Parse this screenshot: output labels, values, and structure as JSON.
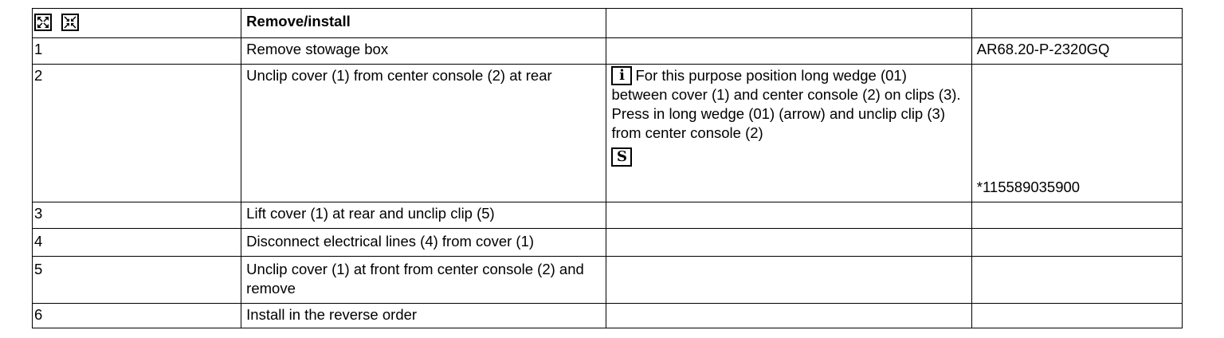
{
  "header": {
    "title": "Remove/install",
    "icons": [
      "expand-icon",
      "collapse-icon"
    ]
  },
  "steps": [
    {
      "num": "1",
      "action": "Remove stowage box",
      "note": "",
      "ref": "AR68.20-P-2320GQ"
    },
    {
      "num": "2",
      "action": "Unclip cover (1) from center console (2) at rear",
      "note": "For this purpose position long wedge (01) between cover (1) and center console (2) on clips (3). Press in long wedge (01) (arrow) and unclip clip (3) from center console (2)",
      "ref": "*115589035900"
    },
    {
      "num": "3",
      "action": "Lift cover (1) at rear and unclip clip (5)",
      "note": "",
      "ref": ""
    },
    {
      "num": "4",
      "action": "Disconnect electrical lines (4) from cover (1)",
      "note": "",
      "ref": ""
    },
    {
      "num": "5",
      "action": "Unclip cover (1) at front from center console (2) and remove",
      "note": "",
      "ref": ""
    },
    {
      "num": "6",
      "action": "Install in the reverse order",
      "note": "",
      "ref": ""
    }
  ],
  "icons": {
    "info": "i",
    "tool": "S"
  }
}
